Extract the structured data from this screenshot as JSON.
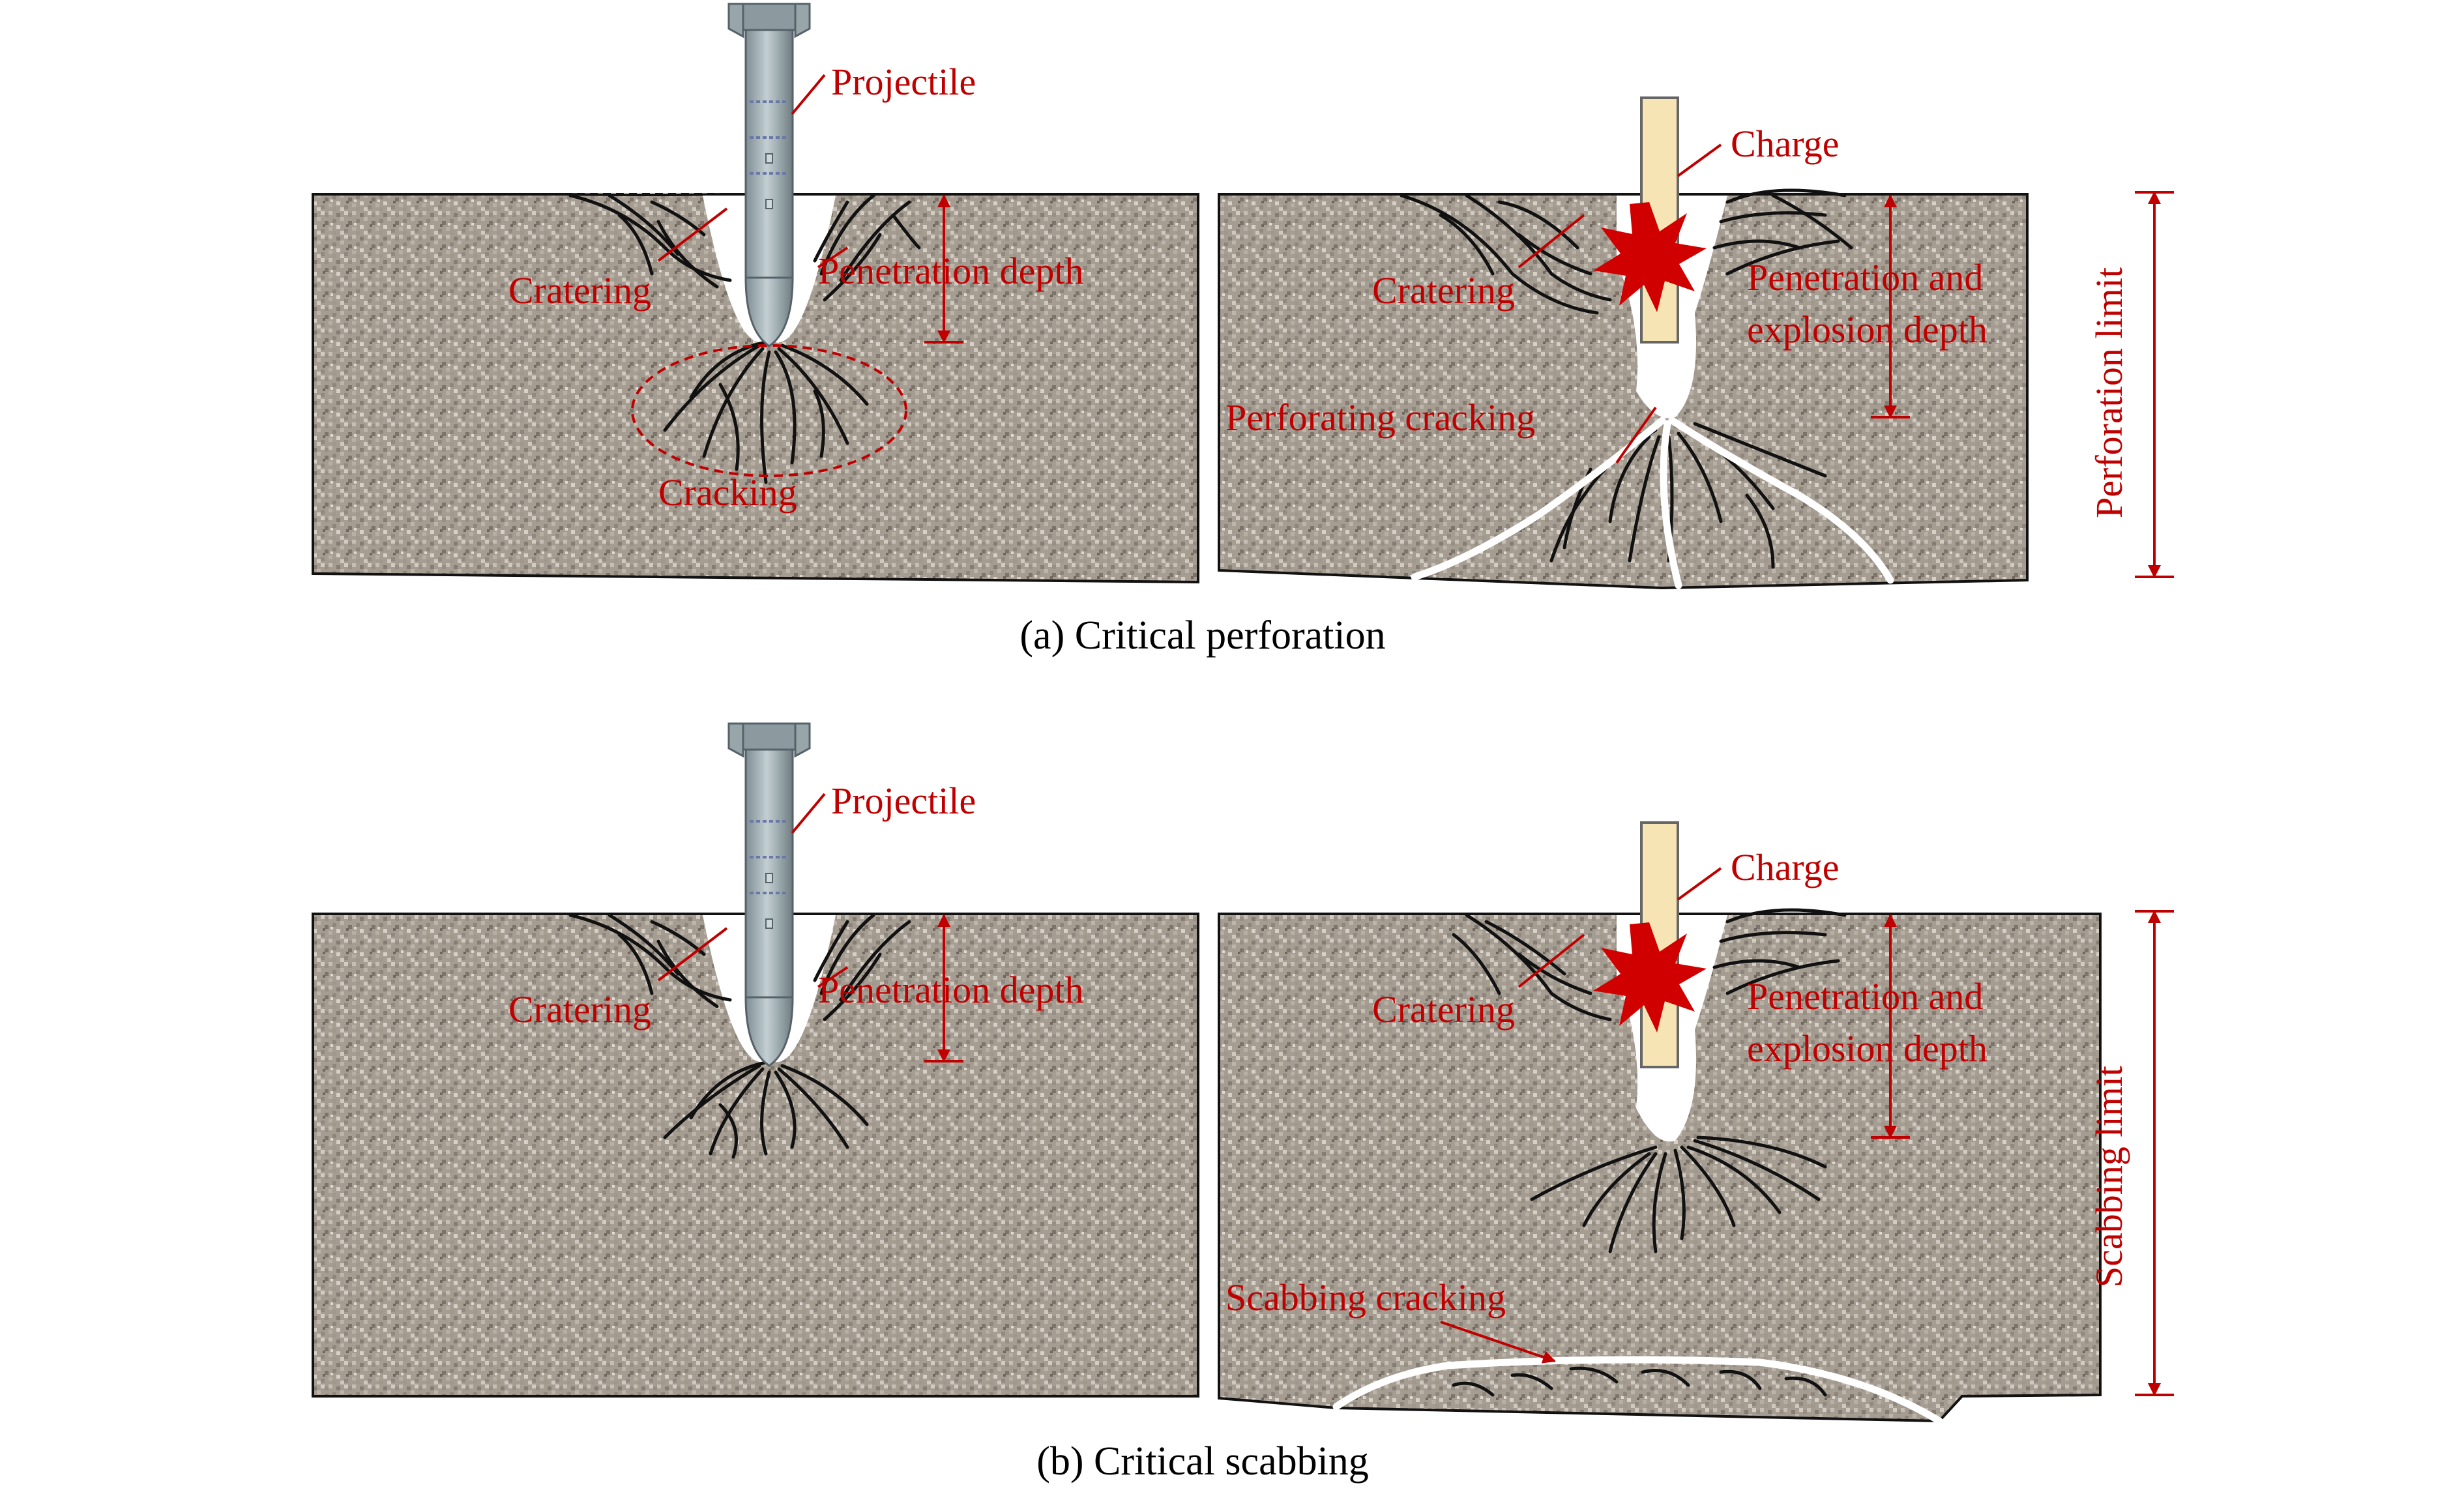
{
  "colors": {
    "annotation": "#c00000",
    "concrete": "#a59d92",
    "concrete_light": "#c6beb4",
    "concrete_dark": "#857d73",
    "crack": "#111111",
    "major_crack": "#ffffff",
    "projectile": "#9aa8ad",
    "charge": "#f6e4b4",
    "explosion": "#d10000"
  },
  "icons": {
    "projectile": "projectile-icon",
    "charge": "charge-stick-icon",
    "explosion": "explosion-burst-icon"
  },
  "figure_a": {
    "caption": "(a) Critical perforation",
    "left": {
      "projectile": "Projectile",
      "cratering": "Cratering",
      "penetration_depth": "Penetration depth",
      "cracking": "Cracking"
    },
    "right": {
      "charge": "Charge",
      "cratering": "Cratering",
      "penetration_line1": "Penetration and",
      "penetration_line2": "explosion depth",
      "perforating_cracking": "Perforating cracking",
      "limit": "Perforation limit"
    }
  },
  "figure_b": {
    "caption": "(b) Critical scabbing",
    "left": {
      "projectile": "Projectile",
      "cratering": "Cratering",
      "penetration_depth": "Penetration depth"
    },
    "right": {
      "charge": "Charge",
      "cratering": "Cratering",
      "penetration_line1": "Penetration and",
      "penetration_line2": "explosion depth",
      "scabbing_cracking": "Scabbing cracking",
      "limit": "Scabbing limit"
    }
  }
}
